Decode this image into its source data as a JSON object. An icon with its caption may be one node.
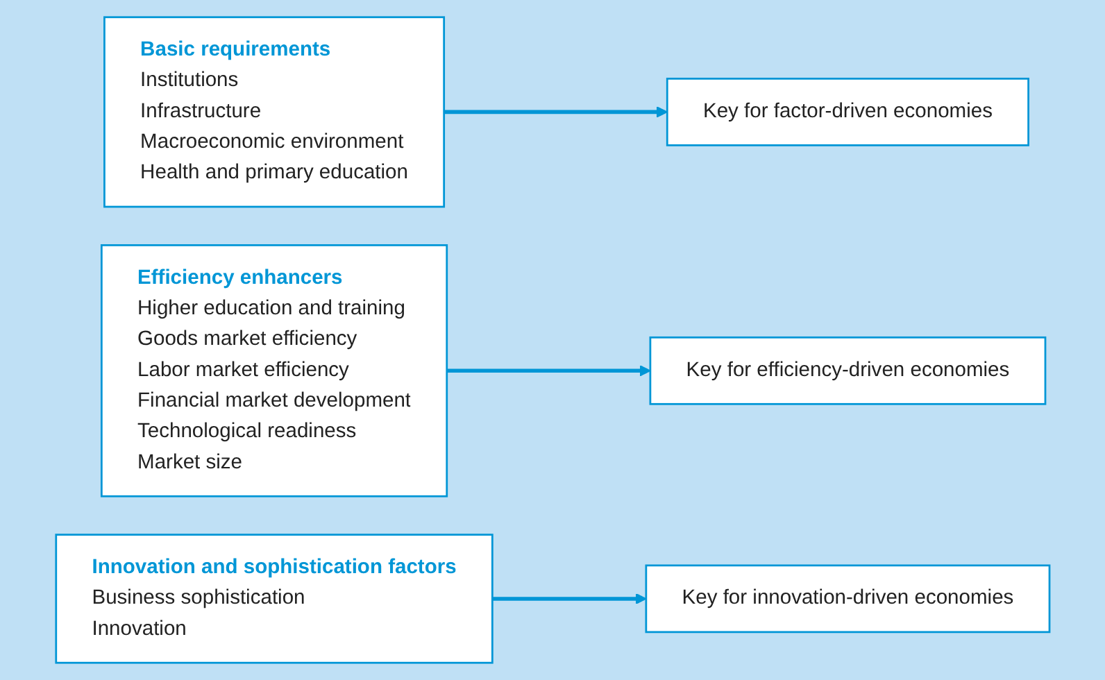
{
  "diagram": {
    "nodes": [
      {
        "text": [
          "Basic requirements",
          "Institutions",
          "Infrastructure",
          "Macroeconomic environment",
          "Health and primary education"
        ]
      },
      {
        "text": [
          "Key for factor-driven economies"
        ]
      },
      {
        "text": [
          "Efficiency enhancers",
          "Higher education and training",
          "Goods market efficiency",
          "Labor market efficiency",
          "Financial market development",
          "Technological readiness",
          "Market size"
        ]
      },
      {
        "text": [
          "Key for efficiency-driven economies"
        ]
      },
      {
        "text": [
          "Innovation and sophistication factors",
          "Business sophistication",
          "Innovation"
        ]
      },
      {
        "text": [
          "Key for innovation-driven economies"
        ]
      }
    ],
    "edges": [
      {
        "from": 0,
        "to": 1,
        "arrow": "to"
      },
      {
        "from": 2,
        "to": 3,
        "arrow": "to"
      },
      {
        "from": 4,
        "to": 5,
        "arrow": "to"
      }
    ]
  }
}
